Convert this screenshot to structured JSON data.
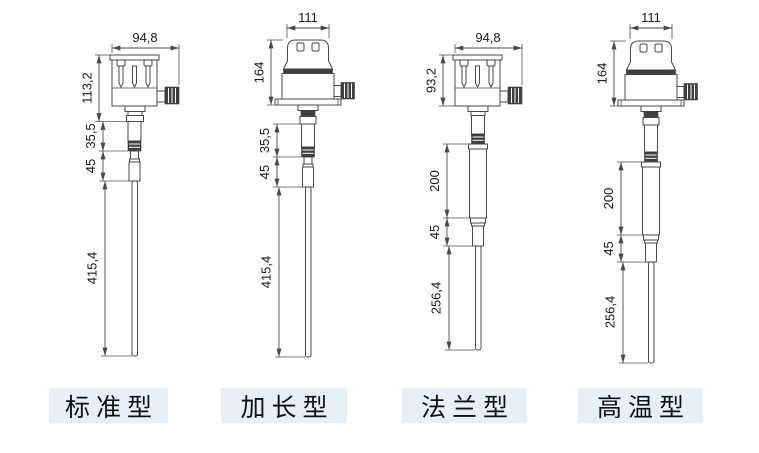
{
  "figure": {
    "line_color": "#4a4a4a",
    "dark_fill": "#3f3f3f",
    "label_background": "#e7f0f7",
    "devices": [
      {
        "name": "标准型",
        "housing_style": "finned-terminal-head",
        "dims": {
          "top_width": "94,8",
          "housing_height": "113,2",
          "section_a": "35,5",
          "section_b": "45",
          "probe_length": "415,4"
        }
      },
      {
        "name": "加长型",
        "housing_style": "dome-cap-with-flange",
        "dims": {
          "top_width": "111",
          "housing_height": "164",
          "section_a": "35,5",
          "section_b": "45",
          "probe_length": "415,4"
        }
      },
      {
        "name": "法兰型",
        "housing_style": "finned-terminal-head",
        "dims": {
          "top_width": "94,8",
          "housing_height": "93,2",
          "section_a": "200",
          "section_b": "45",
          "probe_length": "256,4"
        }
      },
      {
        "name": "高温型",
        "housing_style": "dome-cap-with-flange",
        "dims": {
          "top_width": "111",
          "housing_height": "164",
          "section_a": "200",
          "section_b": "45",
          "probe_length": "256,4"
        }
      }
    ]
  }
}
